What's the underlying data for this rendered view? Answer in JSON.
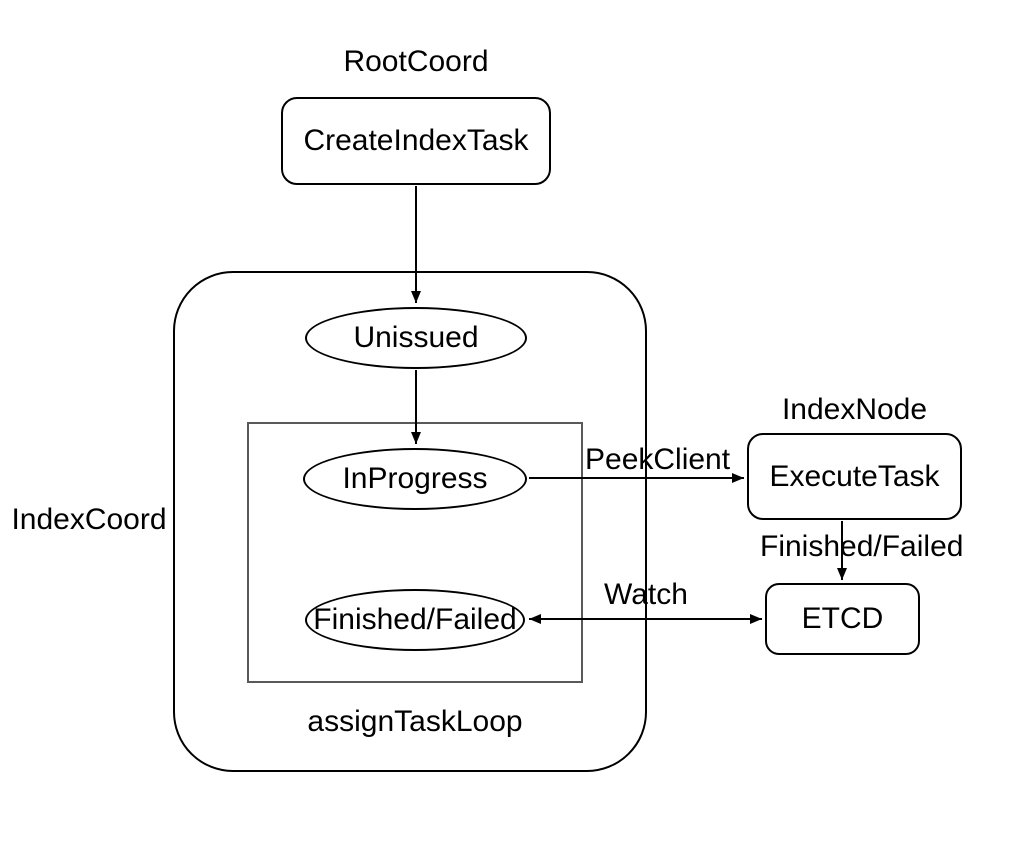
{
  "diagram": {
    "type": "flowchart",
    "colors": {
      "background": "#ffffff",
      "shape_stroke": "#000000",
      "loop_rect_stroke": "#595959",
      "text": "#000000"
    },
    "groups": {
      "root_coord": {
        "label": "RootCoord"
      },
      "index_coord": {
        "label": "IndexCoord"
      },
      "index_node": {
        "label": "IndexNode"
      },
      "assign_task_loop": {
        "label": "assignTaskLoop"
      }
    },
    "nodes": {
      "create_index_task": {
        "label": "CreateIndexTask",
        "shape": "rounded-rectangle",
        "group": "RootCoord"
      },
      "unissued": {
        "label": "Unissued",
        "shape": "ellipse",
        "group": "IndexCoord"
      },
      "in_progress": {
        "label": "InProgress",
        "shape": "ellipse",
        "group": "assignTaskLoop"
      },
      "finished_failed_state": {
        "label": "Finished/Failed",
        "shape": "ellipse",
        "group": "assignTaskLoop"
      },
      "execute_task": {
        "label": "ExecuteTask",
        "shape": "rounded-rectangle",
        "group": "IndexNode"
      },
      "etcd": {
        "label": "ETCD",
        "shape": "rounded-rectangle"
      }
    },
    "edges": [
      {
        "from": "CreateIndexTask",
        "to": "Unissued",
        "label": "",
        "direction": "down"
      },
      {
        "from": "Unissued",
        "to": "InProgress",
        "label": "",
        "direction": "down"
      },
      {
        "from": "InProgress",
        "to": "ExecuteTask",
        "label": "PeekClient",
        "direction": "right"
      },
      {
        "from": "ExecuteTask",
        "to": "ETCD",
        "label": "Finished/Failed",
        "direction": "down"
      },
      {
        "from": "Finished/Failed",
        "to": "ETCD",
        "label": "Watch",
        "direction": "both"
      }
    ]
  }
}
